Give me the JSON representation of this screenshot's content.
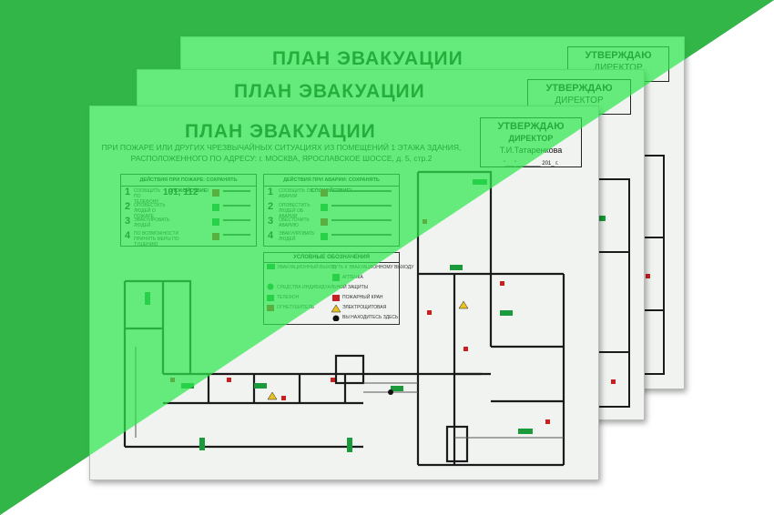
{
  "colors": {
    "dark_corner": "#3a3637",
    "green_tint": "#2ee84e",
    "sheet": "#f1f3f1",
    "plan_line": "#1b1b1b",
    "exit_green": "#1a9a3a",
    "fire_red": "#c82020"
  },
  "sheets": [
    {
      "title": "ПЛАН ЭВАКУАЦИИ",
      "approve": "УТВЕРЖДАЮ",
      "role": "ДИРЕКТОР"
    },
    {
      "title": "ПЛАН ЭВАКУАЦИИ",
      "approve": "УТВЕРЖДАЮ",
      "role": "ДИРЕКТОР"
    },
    {
      "title": "ПЛАН ЭВАКУАЦИИ",
      "subtitle_1": "ПРИ ПОЖАРЕ ИЛИ ДРУГИХ ЧРЕЗВЫЧАЙНЫХ СИТУАЦИЯХ ИЗ ПОМЕЩЕНИЙ 1 ЭТАЖА ЗДАНИЯ,",
      "subtitle_2": "РАСПОЛОЖЕННОГО ПО АДРЕСУ: г. МОСКВА, ЯРОСЛАВСКОЕ ШОССЕ, д. 5, стр.2",
      "approve": "УТВЕРЖДАЮ",
      "role": "ДИРЕКТОР",
      "name": "Т.И.Татаренкова",
      "date": "\"___\"________ 201_ г.",
      "fire_box": {
        "heading": "ДЕЙСТВИЯ ПРИ ПОЖАРЕ: СОХРАНЯТЬ СПОКОЙСТВИЕ!",
        "steps": [
          "1",
          "2",
          "3",
          "4"
        ],
        "phone": "101, 112",
        "texts": [
          "СООБЩИТЬ ПО ТЕЛЕФОНУ",
          "ОПОВЕСТИТЬ ЛЮДЕЙ О ПОЖАРЕ",
          "ЭВАКУИРОВАТЬ ЛЮДЕЙ",
          "ПО ВОЗМОЖНОСТИ ПРИНЯТЬ МЕРЫ ПО ТУШЕНИЮ"
        ]
      },
      "accident_box": {
        "heading": "ДЕЙСТВИЯ ПРИ АВАРИИ: СОХРАНЯТЬ СПОКОЙСТВИЕ!",
        "steps": [
          "1",
          "2",
          "3",
          "4"
        ],
        "texts": [
          "СООБЩИТЬ ОБ АВАРИИ",
          "ОПОВЕСТИТЬ ЛЮДЕЙ ОБ АВАРИИ",
          "ОБЕСТОЧИТЬ АВАРИЮ",
          "ЭВАКУИРОВАТЬ ЛЮДЕЙ"
        ]
      },
      "legend": {
        "heading": "УСЛОВНЫЕ ОБОЗНАЧЕНИЯ",
        "items": [
          "ЭВАКУАЦИОННЫЙ ВЫХОД",
          "ПУТЬ К ЭВАКУАЦИОННОМУ ВЫХОДУ",
          "АПТЕЧКА",
          "СРЕДСТВА ИНДИВИДУАЛЬНОЙ ЗАЩИТЫ",
          "ТЕЛЕФОН",
          "ПОЖАРНЫЙ КРАН",
          "ОГНЕТУШИТЕЛЬ",
          "ЭЛЕКТРОЩИТОВАЯ",
          "ВЫ НАХОДИТЕСЬ ЗДЕСЬ"
        ]
      }
    }
  ]
}
